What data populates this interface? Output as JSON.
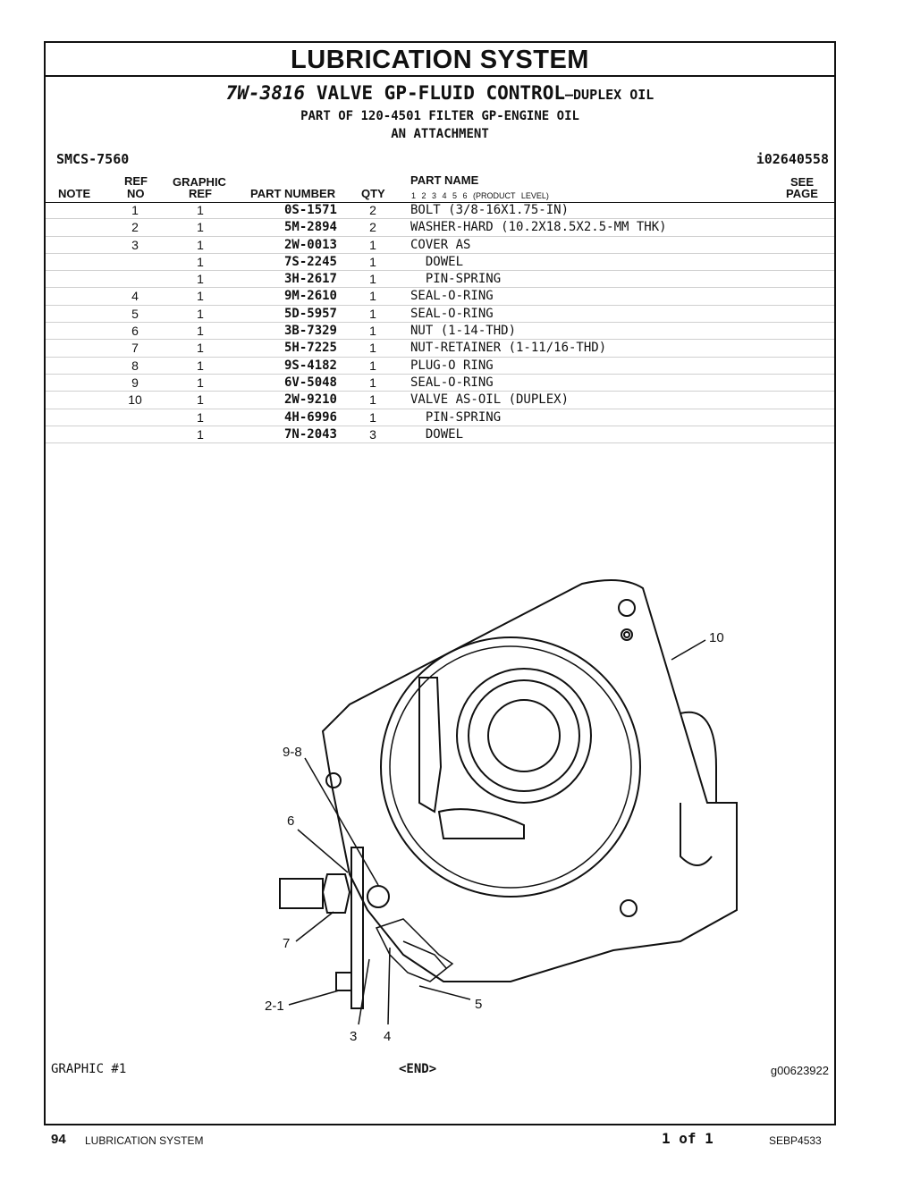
{
  "header": {
    "section_title": "LUBRICATION SYSTEM",
    "group_part_number": "7W-3816",
    "group_name": "VALVE GP-FLUID CONTROL",
    "group_suffix": "—DUPLEX OIL",
    "part_of": "PART OF 120-4501 FILTER GP-ENGINE OIL",
    "attachment": "AN ATTACHMENT",
    "smcs": "SMCS-7560",
    "doc_id": "i02640558"
  },
  "table": {
    "headers": {
      "note": "NOTE",
      "ref_top": "REF",
      "ref_bottom": "NO",
      "graphic_top": "GRAPHIC",
      "graphic_bottom": "REF",
      "part_number": "PART NUMBER",
      "qty": "QTY",
      "part_name": "PART NAME",
      "product_levels": "1 2 3 4 5 6 (PRODUCT LEVEL)",
      "see_top": "SEE",
      "see_bottom": "PAGE"
    },
    "rows": [
      {
        "ref": "1",
        "gref": "1",
        "pn": "0S-1571",
        "qty": "2",
        "name": "BOLT (3/8-16X1.75-IN)"
      },
      {
        "ref": "2",
        "gref": "1",
        "pn": "5M-2894",
        "qty": "2",
        "name": "WASHER-HARD (10.2X18.5X2.5-MM THK)"
      },
      {
        "ref": "3",
        "gref": "1",
        "pn": "2W-0013",
        "qty": "1",
        "name": "COVER AS"
      },
      {
        "ref": "",
        "gref": "1",
        "pn": "7S-2245",
        "qty": "1",
        "name": "  DOWEL"
      },
      {
        "ref": "",
        "gref": "1",
        "pn": "3H-2617",
        "qty": "1",
        "name": "  PIN-SPRING"
      },
      {
        "ref": "4",
        "gref": "1",
        "pn": "9M-2610",
        "qty": "1",
        "name": "SEAL-O-RING"
      },
      {
        "ref": "5",
        "gref": "1",
        "pn": "5D-5957",
        "qty": "1",
        "name": "SEAL-O-RING"
      },
      {
        "ref": "6",
        "gref": "1",
        "pn": "3B-7329",
        "qty": "1",
        "name": "NUT (1-14-THD)"
      },
      {
        "ref": "7",
        "gref": "1",
        "pn": "5H-7225",
        "qty": "1",
        "name": "NUT-RETAINER (1-11/16-THD)"
      },
      {
        "ref": "8",
        "gref": "1",
        "pn": "9S-4182",
        "qty": "1",
        "name": "PLUG-O RING"
      },
      {
        "ref": "9",
        "gref": "1",
        "pn": "6V-5048",
        "qty": "1",
        "name": "SEAL-O-RING"
      },
      {
        "ref": "10",
        "gref": "1",
        "pn": "2W-9210",
        "qty": "1",
        "name": "VALVE AS-OIL (DUPLEX)"
      },
      {
        "ref": "",
        "gref": "1",
        "pn": "4H-6996",
        "qty": "1",
        "name": "  PIN-SPRING"
      },
      {
        "ref": "",
        "gref": "1",
        "pn": "7N-2043",
        "qty": "3",
        "name": "  DOWEL"
      }
    ]
  },
  "illustration": {
    "callouts": [
      "10",
      "9-8",
      "6",
      "7",
      "2-1",
      "3",
      "4",
      "5"
    ]
  },
  "graphic_footer": {
    "label": "GRAPHIC #1",
    "end": "<END>",
    "code": "g00623922"
  },
  "footer": {
    "page_number": "94",
    "section": "LUBRICATION SYSTEM",
    "page_of": "1 of 1",
    "doc": "SEBP4533"
  }
}
